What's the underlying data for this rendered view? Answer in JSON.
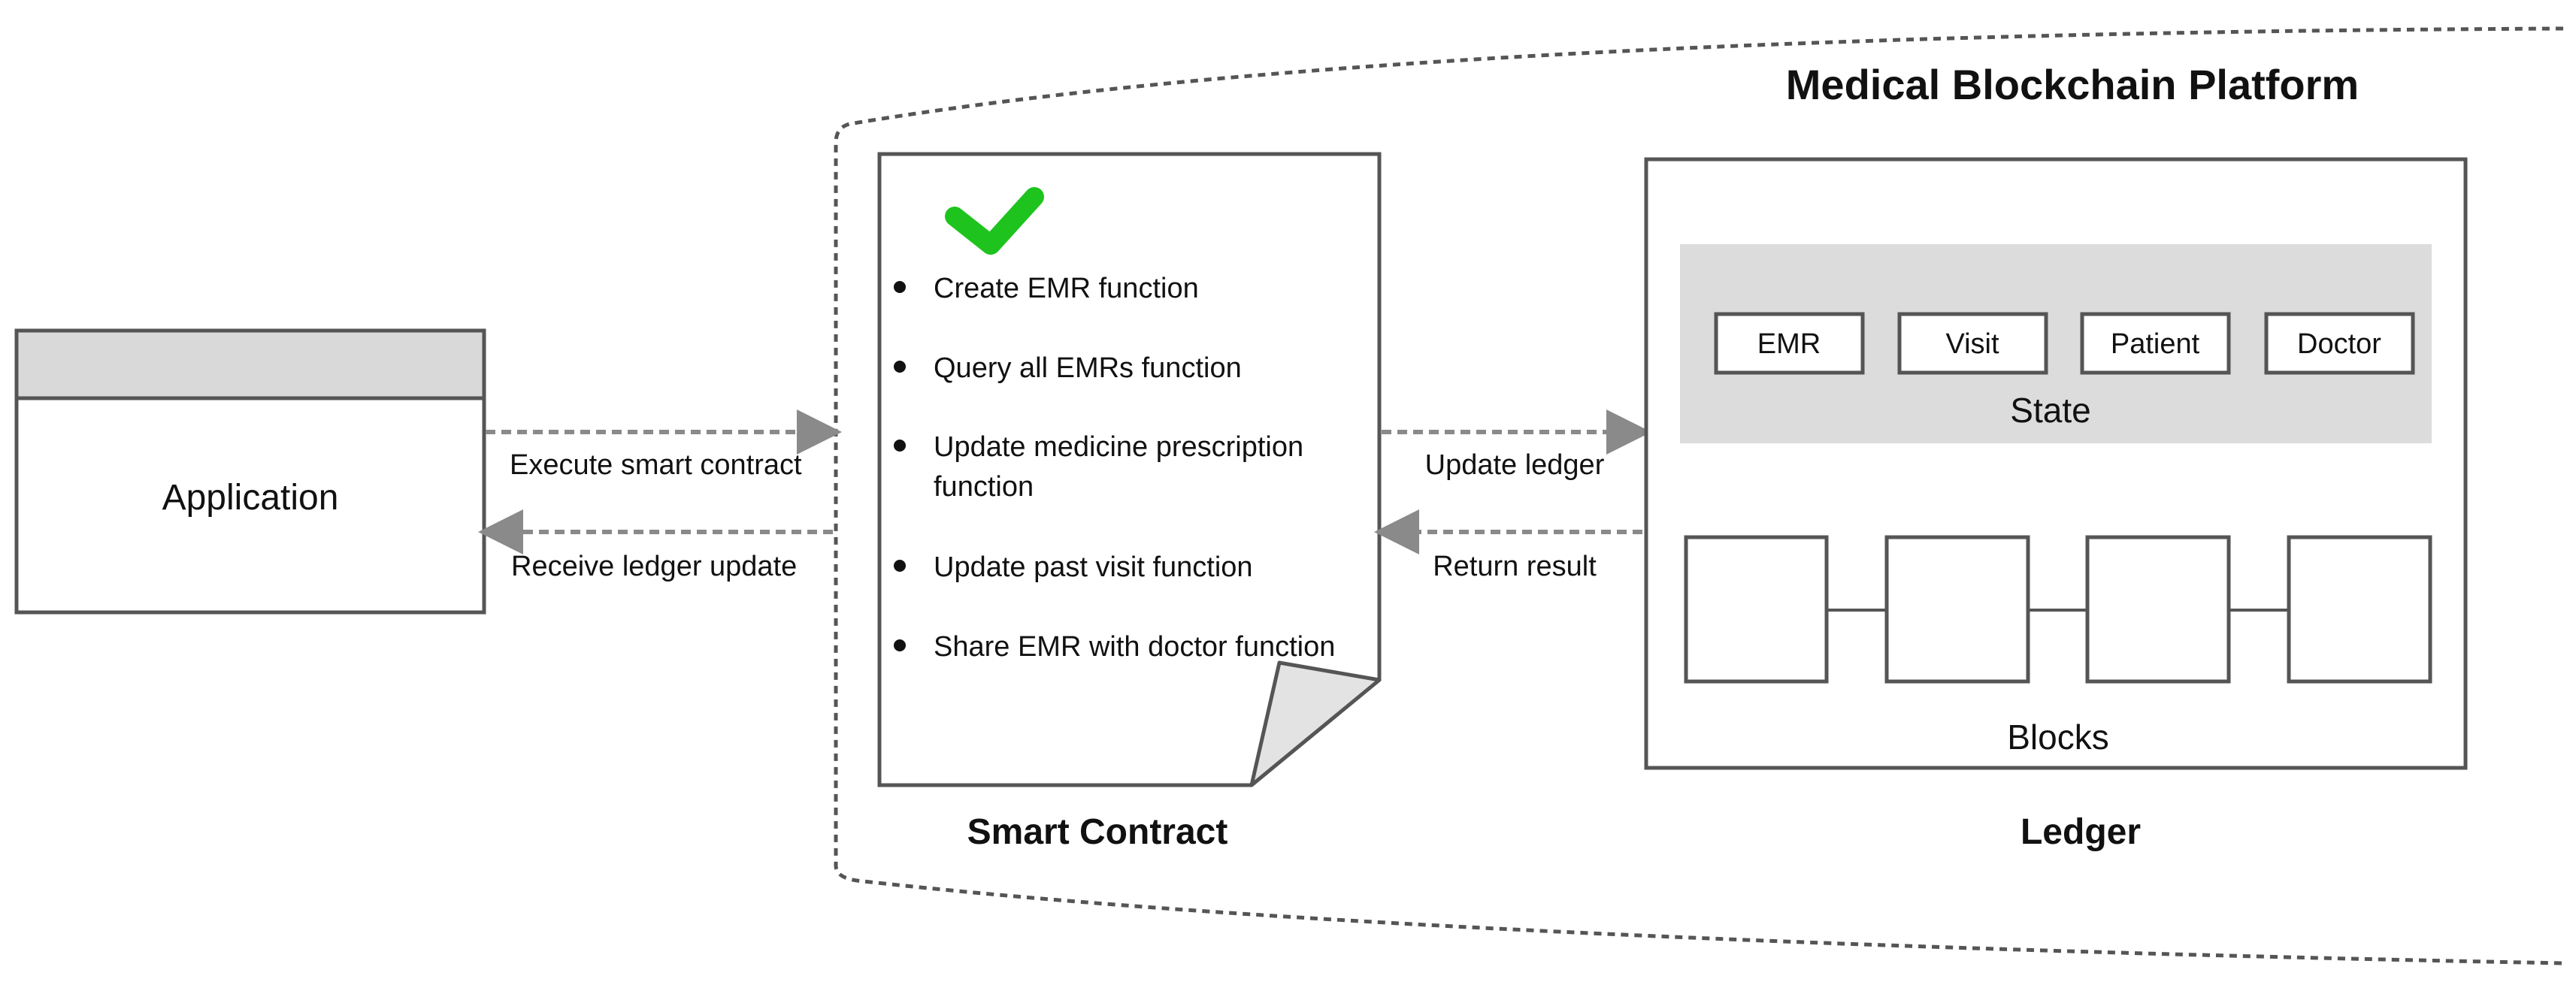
{
  "platform": {
    "title": "Medical Blockchain Platform"
  },
  "application": {
    "label": "Application"
  },
  "arrows": {
    "execute": "Execute  smart contract",
    "receive": "Receive ledger update",
    "update_ledger": "Update ledger",
    "return_result": "Return result"
  },
  "smart_contract": {
    "caption": "Smart Contract",
    "functions": [
      "Create EMR function",
      "Query all EMRs function",
      "Update medicine prescription",
      "function",
      "Update past visit function",
      "Share EMR with doctor function"
    ]
  },
  "ledger": {
    "caption": "Ledger",
    "state_label": "State",
    "state_items": [
      "EMR",
      "Visit",
      "Patient",
      "Doctor"
    ],
    "blocks_label": "Blocks"
  },
  "colors": {
    "outline": "#555555",
    "dashed": "#8a8a8a",
    "header_fill": "#d9d9d9",
    "state_fill": "#dcdcdc",
    "check": "#1ec31e",
    "dogear_fill": "#e3e3e3"
  },
  "icons": {
    "checkmark": "checkmark-icon",
    "bullet": "bullet-icon"
  }
}
